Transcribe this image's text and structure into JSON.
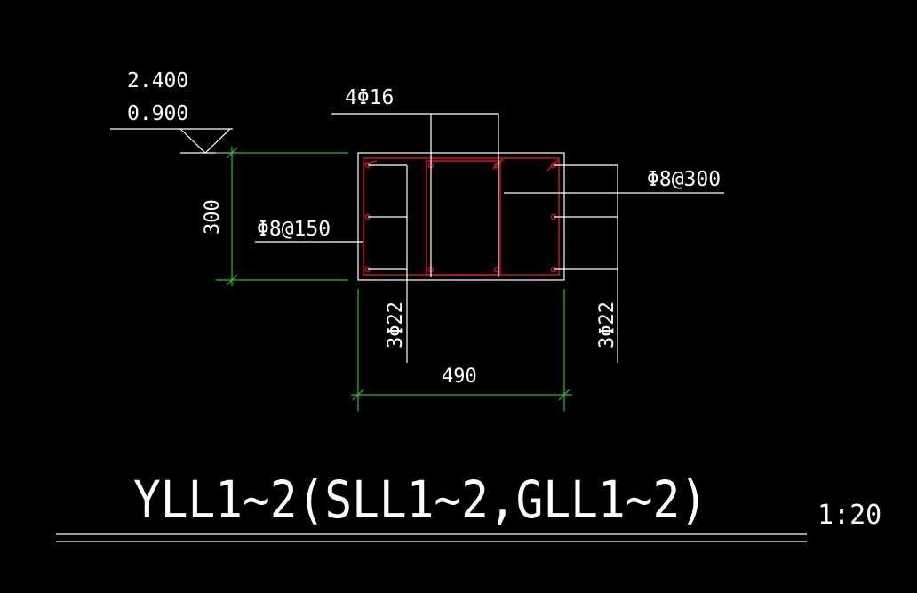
{
  "drawing": {
    "elevation_top": "2.400",
    "elevation_bottom": "0.900",
    "longitudinal_top": "4Φ16",
    "tie_right": "Φ8@300",
    "stirrup_left": "Φ8@150",
    "bottom_left": "3Φ22",
    "bottom_right": "3Φ22",
    "dim_height": "300",
    "dim_width": "490",
    "title": "YLL1~2(SLL1~2,GLL1~2)",
    "scale": "1:20"
  },
  "colors": {
    "background": "#000000",
    "outline": "#ffffff",
    "dimension": "#22c422",
    "rebar": "#e01818"
  }
}
